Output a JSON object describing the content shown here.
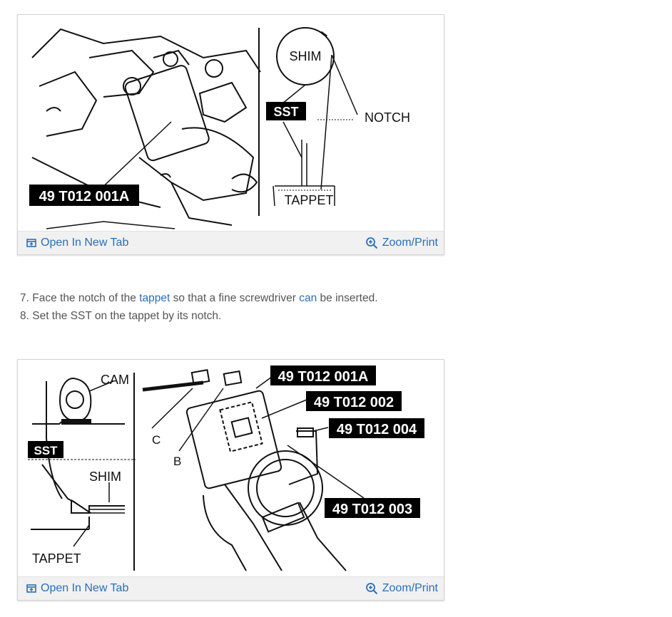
{
  "figure1": {
    "labels": {
      "part_number": "49 T012 001A",
      "shim": "SHIM",
      "sst": "SST",
      "notch": "NOTCH",
      "tappet": "TAPPET"
    },
    "open_label": "Open In New Tab",
    "zoom_label": "Zoom/Print"
  },
  "steps": {
    "step7_number": "7.",
    "step7_pre": " Face the notch of the ",
    "step7_link1": "tappet",
    "step7_mid": " so that a fine screwdriver ",
    "step7_link2": "can",
    "step7_post": " be inserted.",
    "step8": "8. Set the SST on the tappet by its notch."
  },
  "figure2": {
    "labels": {
      "cam": "CAM",
      "sst": "SST",
      "shim": "SHIM",
      "tappet": "TAPPET",
      "c": "C",
      "b": "B",
      "p1": "49 T012 001A",
      "p2": "49 T012 002",
      "p3": "49 T012 004",
      "p4": "49 T012 003"
    },
    "open_label": "Open In New Tab",
    "zoom_label": "Zoom/Print"
  },
  "colors": {
    "link": "#2a6ebb",
    "label_bg": "#000000",
    "toolbar_bg": "#f1f1f1"
  }
}
